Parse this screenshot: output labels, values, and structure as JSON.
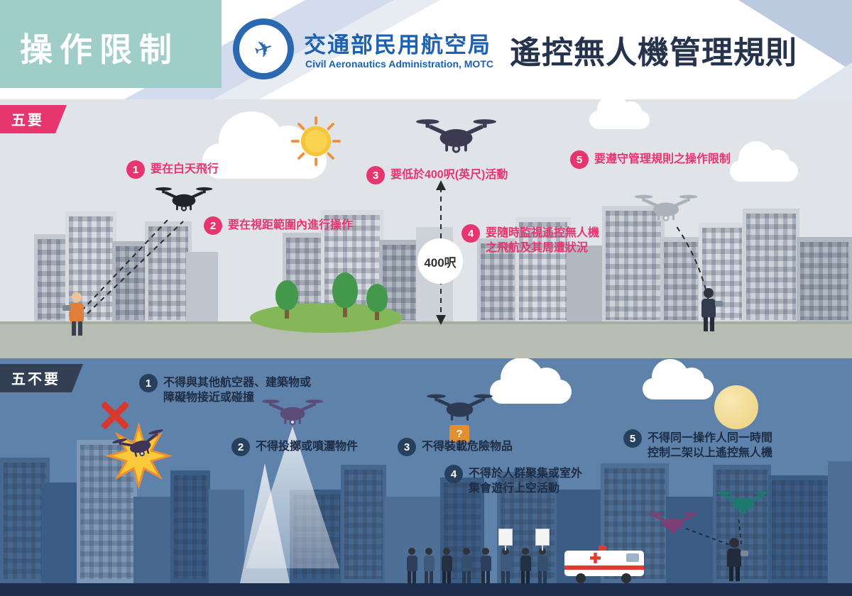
{
  "header": {
    "title_left": "操作限制",
    "org_zh": "交通部民用航空局",
    "org_en": "Civil Aeronautics Administration, MOTC",
    "title_right": "遙控無人機管理規則"
  },
  "icons": {
    "airplane": "✈"
  },
  "colors": {
    "accent_pink": "#e6356f",
    "accent_navy": "#27405e",
    "header_teal": "#9fcdc8",
    "logo_blue": "#2a69b2",
    "sky_day": "#e0e3e8",
    "sky_night": "#5e82a9",
    "footer_navy": "#1d2f4d"
  },
  "musts": {
    "label": "五要",
    "altitude": "400呎",
    "items": [
      {
        "num": "1",
        "text": "要在白天飛行"
      },
      {
        "num": "2",
        "text": "要在視距範圍內進行操作"
      },
      {
        "num": "3",
        "text": "要低於400呎(英尺)活動"
      },
      {
        "num": "4",
        "text": "要隨時監視遙控無人機\n之飛航及其周遭狀況"
      },
      {
        "num": "5",
        "text": "要遵守管理規則之操作限制"
      }
    ]
  },
  "donts": {
    "label": "五不要",
    "box_label": "?",
    "items": [
      {
        "num": "1",
        "text": "不得與其他航空器、建築物或\n障礙物接近或碰撞"
      },
      {
        "num": "2",
        "text": "不得投擲或噴灑物件"
      },
      {
        "num": "3",
        "text": "不得裝載危險物品"
      },
      {
        "num": "4",
        "text": "不得於人群聚集或室外\n集會遊行上空活動"
      },
      {
        "num": "5",
        "text": "不得同一操作人同一時間\n控制二架以上遙控無人機"
      }
    ]
  }
}
